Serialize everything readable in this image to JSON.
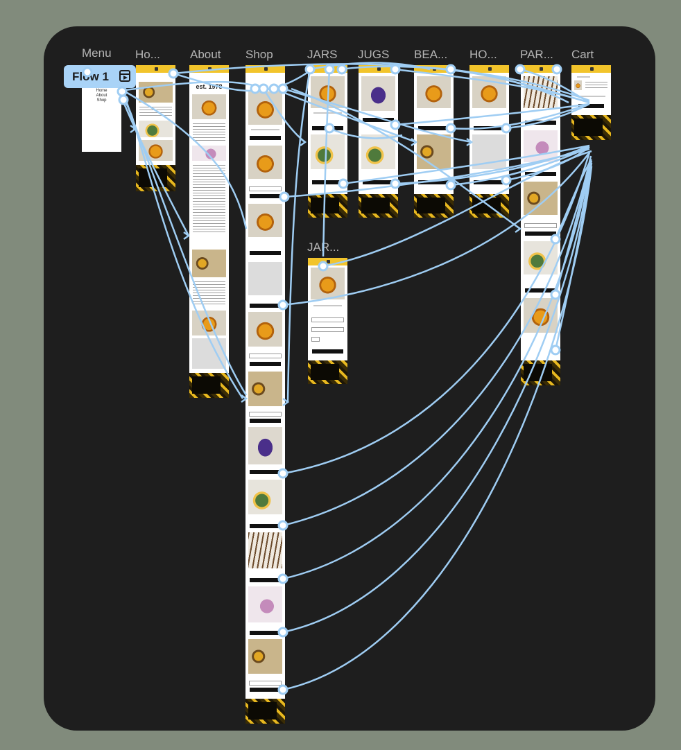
{
  "flow": {
    "label": "Flow 1"
  },
  "frames": {
    "menu": {
      "label": "Menu",
      "items": [
        "Home",
        "About",
        "Shop"
      ]
    },
    "home": {
      "label": "Ho..."
    },
    "about": {
      "label": "About",
      "hero_text": "est. 1978"
    },
    "shop": {
      "label": "Shop"
    },
    "jars": {
      "label": "JARS"
    },
    "jugs": {
      "label": "JUGS"
    },
    "bears": {
      "label": "BEA..."
    },
    "honeycomb": {
      "label": "HO..."
    },
    "party": {
      "label": "PAR..."
    },
    "cart": {
      "label": "Cart"
    },
    "jar_detail": {
      "label": "JAR..."
    }
  },
  "colors": {
    "canvas": "#1e1e1e",
    "background": "#818b7c",
    "wire": "#9fcdf3",
    "brand": "#f2c42b"
  }
}
